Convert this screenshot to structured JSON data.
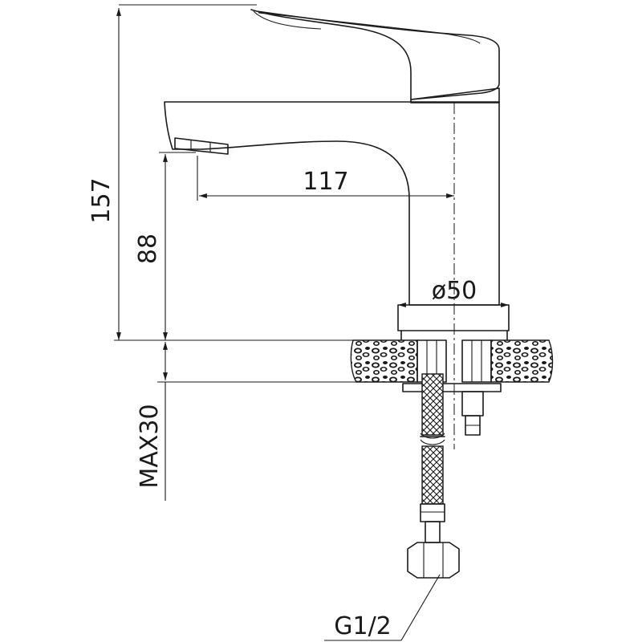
{
  "dimensions": {
    "total_height": "157",
    "spout_height": "88",
    "spout_reach": "117",
    "base_diameter": "ø50",
    "max_thickness": "MAX30",
    "thread": "G1/2"
  }
}
